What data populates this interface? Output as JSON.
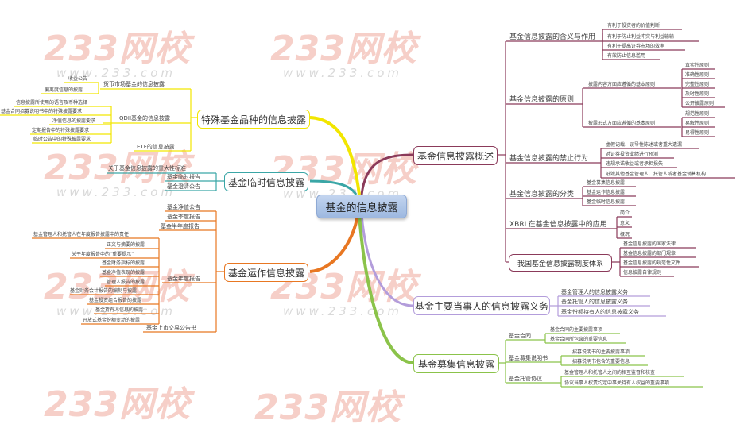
{
  "watermark": {
    "brand": "233网校",
    "url": "www.233.com"
  },
  "colors": {
    "overview": "#8b3a5a",
    "parties": "#b39ddb",
    "raising": "#8bc34a",
    "operation": "#e87722",
    "temporary": "#3aa6a6",
    "special": "#f2e600",
    "center_fill": "#b0c7e8"
  },
  "center": {
    "label": "基金的信息披露"
  },
  "right": {
    "overview": {
      "label": "基金信息披露概述",
      "children": [
        {
          "label": "基金信息披露的含义与作用",
          "items": [
            "有利于投资者的价值判断",
            "有利于防止利益冲突与利益输输",
            "有利于提高证券市场的效率",
            "有效防止信息滥用"
          ]
        },
        {
          "label": "基金信息披露的原则",
          "groups": [
            {
              "label": "披露内容方面应遵循的基本原则",
              "items": [
                "真实性原则",
                "准确性原则",
                "完整性原则",
                "及时性原则",
                "公开披露原则"
              ]
            },
            {
              "label": "披露形式方面应遵循的基本原则",
              "items": [
                "规范性原则",
                "易解性原则",
                "易得性原则"
              ]
            }
          ]
        },
        {
          "label": "基金信息披露的禁止行为",
          "items": [
            "虚假记载、误导性陈述或者重大遗漏",
            "对证券投资业绩进行预测",
            "违规承诺收益或者承担损失",
            "诋毁其他基金管理人、托管人或者基金销售机构"
          ]
        },
        {
          "label": "基金信息披露的分类",
          "items": [
            "基金募集信息披露",
            "基金运作信息披露",
            "基金临时信息披露"
          ]
        },
        {
          "label": "XBRL在基金信息披露中的应用",
          "items": [
            "简介",
            "意义",
            "概况"
          ]
        },
        {
          "label": "我国基金信息披露制度体系",
          "items": [
            "基金信息披露的国家法律",
            "基金信息披露的部门规章",
            "基金信息披露的规范性文件",
            "信息披露自律规则"
          ]
        }
      ]
    },
    "parties": {
      "label": "基金主要当事人的信息披露义务",
      "items": [
        "基金管理人的信息披露义务",
        "基金托管人的信息披露义务",
        "基金份额持有人的信息披露义务"
      ]
    },
    "raising": {
      "label": "基金募集信息披露",
      "children": [
        {
          "label": "基金合同",
          "items": [
            "基金合同的主要披露事项",
            "基金合同所包含的重要信息"
          ]
        },
        {
          "label": "基金募集说明书",
          "items": [
            "招募说明书的主要披露事项",
            "招募说明书包含的重要信息"
          ]
        },
        {
          "label": "基金托管协议",
          "items": [
            "基金管理人和托管人之间的相互监督和核查",
            "协议当事人权责约定中事关持有人权益的重要事项"
          ]
        }
      ]
    }
  },
  "left": {
    "special": {
      "label": "特殊基金品种的信息披露",
      "children": [
        {
          "label": "货币市场基金的信息披露",
          "items": [
            "收益公告",
            "偏离度信息的披露"
          ]
        },
        {
          "label": "QDII基金的信息披露",
          "items": [
            "信息披露所使用的语言及币种选择",
            "基金合同招募说明书中的特殊披露要求",
            "净值信息的披露要求",
            "定期报告中的特殊披露要求",
            "临时公告中的特殊披露要求"
          ]
        },
        {
          "label": "ETF的信息披露",
          "items": []
        }
      ]
    },
    "temporary": {
      "label": "基金临时信息披露",
      "items": [
        "关于基金信息披露的重大性标准",
        "基金临时报告",
        "基金澄清公告"
      ]
    },
    "operation": {
      "label": "基金运作信息披露",
      "children": [
        {
          "label": "基金净值公告",
          "items": []
        },
        {
          "label": "基金季度报告",
          "items": []
        },
        {
          "label": "基金半年度报告",
          "items": []
        },
        {
          "label": "基金年度报告",
          "items": [
            "基金管理人和托管人在年度报告披露中的责任",
            "正文与摘要的披露",
            "关于年度报告中的“重要提示”",
            "基金财务指标的披露",
            "基金净值表现的披露",
            "管理人报告的披露",
            "基金财务会计报告的编制与披露",
            "基金投资组合报告的披露",
            "基金持有人信息的披露",
            "开放式基金份额变动的披露"
          ]
        },
        {
          "label": "基金上市交易公告书",
          "items": []
        }
      ]
    }
  }
}
